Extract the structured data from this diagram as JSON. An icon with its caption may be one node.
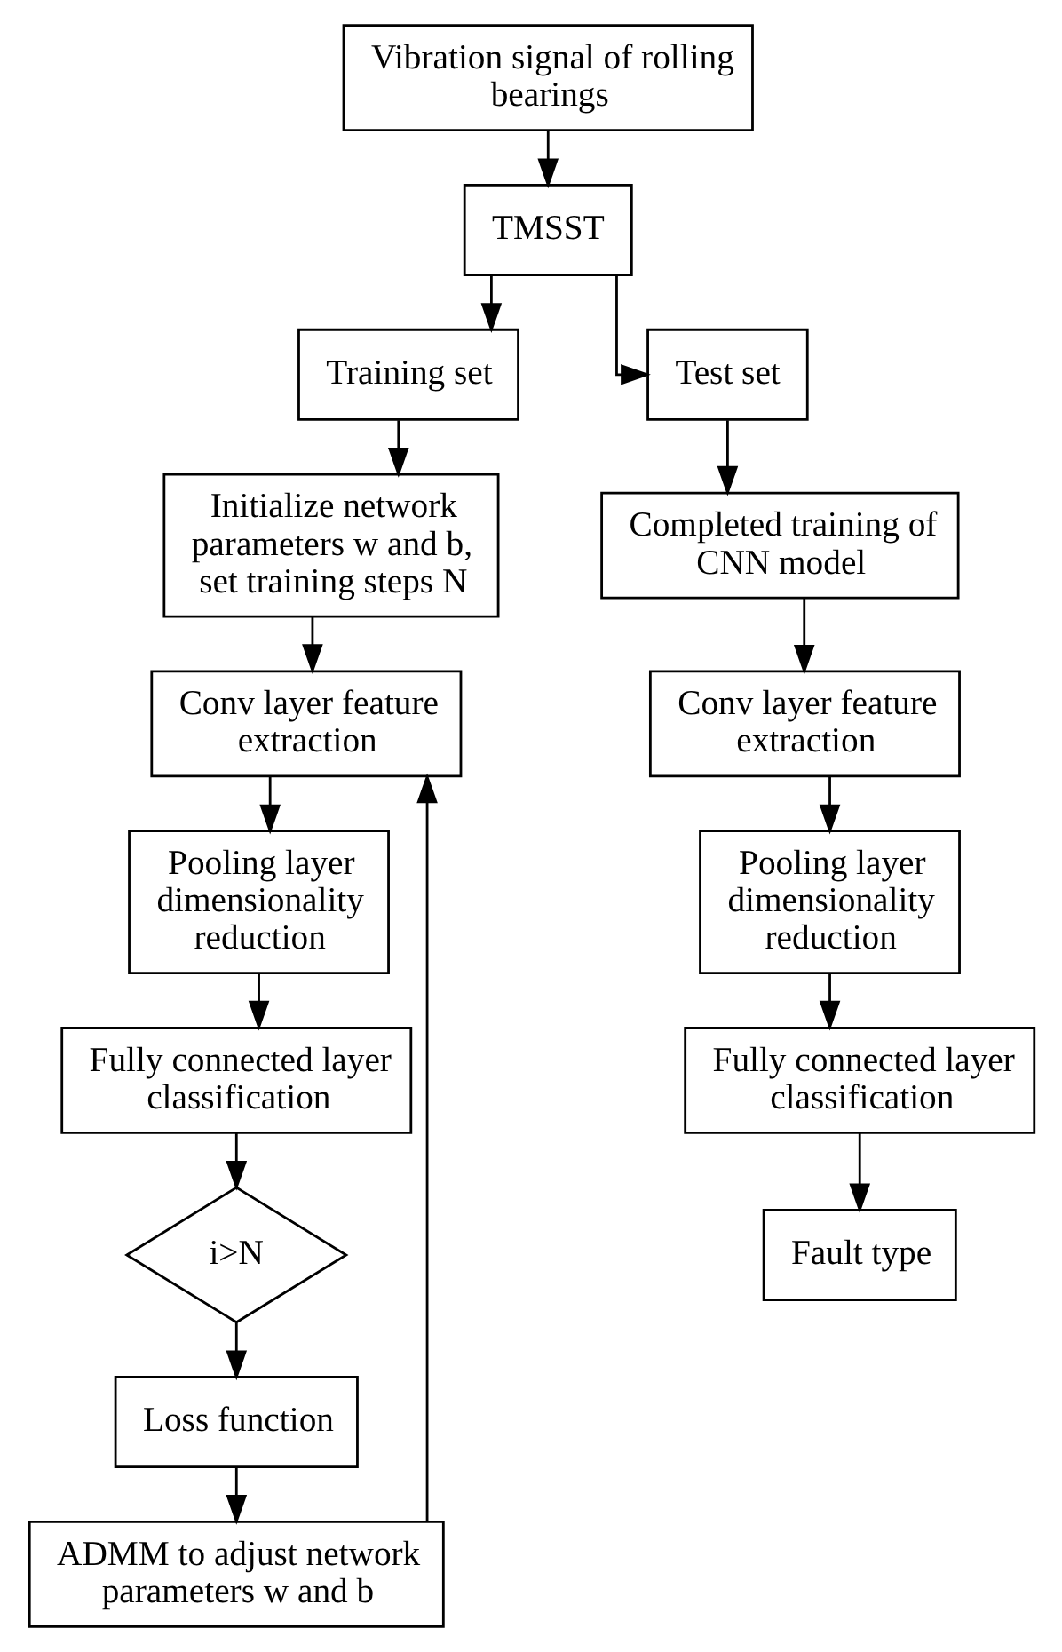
{
  "diagram": {
    "nodes": [
      {
        "text": [
          "Vibration signal of rolling bearings"
        ]
      },
      {
        "text": [
          "TMSST"
        ]
      },
      {
        "text": [
          "Training set"
        ]
      },
      {
        "text": [
          "Test set"
        ]
      },
      {
        "text": [
          "Initialize network parameters w and b, set training steps N"
        ]
      },
      {
        "text": [
          "Completed training of CNN model"
        ]
      },
      {
        "text": [
          "Conv layer feature extraction"
        ]
      },
      {
        "text": [
          "Conv layer feature extraction"
        ]
      },
      {
        "text": [
          "Pooling layer dimensionality reduction"
        ]
      },
      {
        "text": [
          "Pooling layer dimensionality reduction"
        ]
      },
      {
        "text": [
          "Fully connected layer classification"
        ]
      },
      {
        "text": [
          "Fully connected layer classification"
        ]
      },
      {
        "text": [
          "i>N"
        ]
      },
      {
        "text": [
          "Fault type"
        ]
      },
      {
        "text": [
          "Loss function"
        ]
      },
      {
        "text": [
          "ADMM to adjust network parameters w and b"
        ]
      }
    ],
    "edges": [
      {
        "from": 0,
        "to": 1,
        "arrow": "to"
      },
      {
        "from": 1,
        "to": 2,
        "arrow": "to"
      },
      {
        "from": 1,
        "to": 3,
        "arrow": "to"
      },
      {
        "from": 2,
        "to": 4,
        "arrow": "to"
      },
      {
        "from": 4,
        "to": 6,
        "arrow": "to"
      },
      {
        "from": 6,
        "to": 8,
        "arrow": "to"
      },
      {
        "from": 8,
        "to": 10,
        "arrow": "to"
      },
      {
        "from": 10,
        "to": 12,
        "arrow": "to"
      },
      {
        "from": 12,
        "to": 14,
        "arrow": "to"
      },
      {
        "from": 14,
        "to": 15,
        "arrow": "to"
      },
      {
        "from": 15,
        "to": 6,
        "arrow": "to"
      },
      {
        "from": 3,
        "to": 5,
        "arrow": "to"
      },
      {
        "from": 5,
        "to": 7,
        "arrow": "to"
      },
      {
        "from": 7,
        "to": 9,
        "arrow": "to"
      },
      {
        "from": 9,
        "to": 11,
        "arrow": "to"
      },
      {
        "from": 11,
        "to": 13,
        "arrow": "to"
      }
    ]
  }
}
